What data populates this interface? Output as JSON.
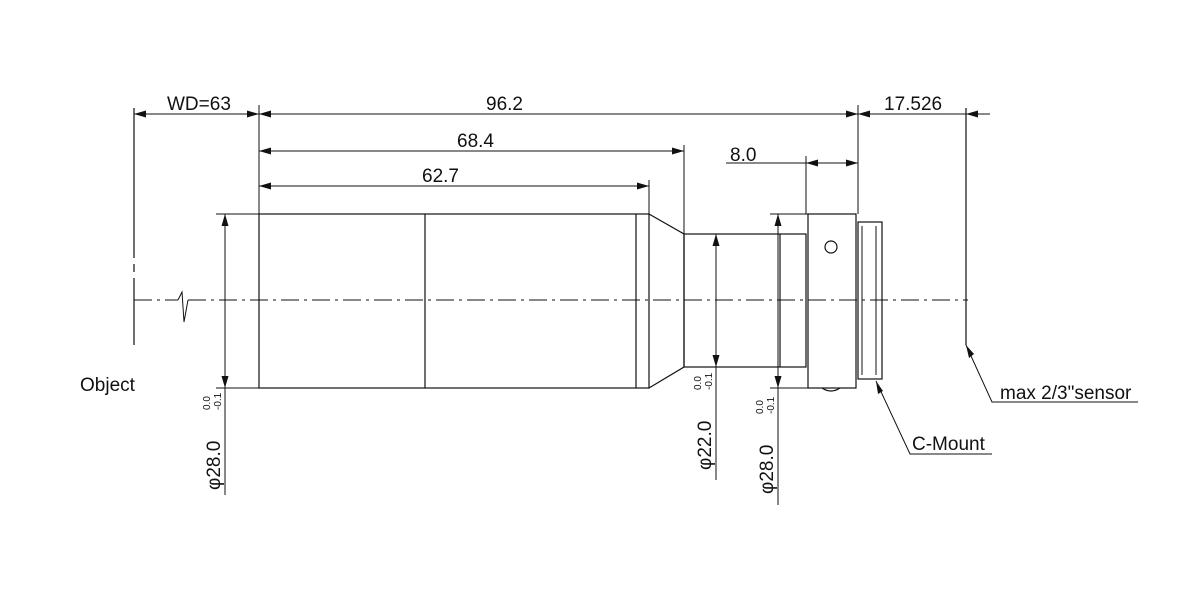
{
  "dimensions": {
    "wd": "WD=63",
    "total": "96.2",
    "d68": "68.4",
    "d62": "62.7",
    "d8": "8.0",
    "back": "17.526",
    "dia1": "φ28.0",
    "dia2": "φ22.0",
    "dia3": "φ28.0",
    "tol_upper": "0.0",
    "tol_lower": "-0.1"
  },
  "labels": {
    "object": "Object",
    "sensor": "max 2/3\"sensor",
    "mount": "C-Mount"
  }
}
